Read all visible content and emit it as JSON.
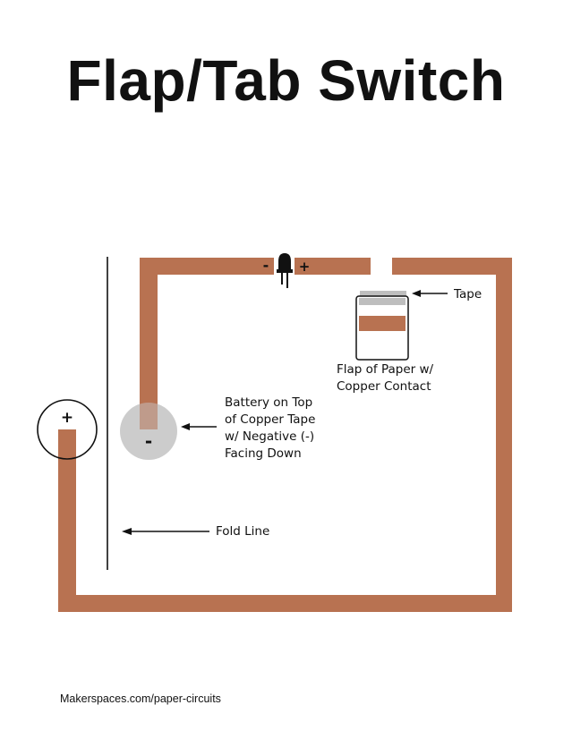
{
  "title": "Flap/Tab Switch",
  "colors": {
    "copper": "#b87251",
    "battery": "#c6c6c6",
    "tape": "#bebebe",
    "ink": "#111111"
  },
  "icons": {
    "led": "led-icon",
    "battery": "coin-battery-icon"
  },
  "led": {
    "minus": "-",
    "plus": "+"
  },
  "battery": {
    "plus": "+",
    "minus": "-"
  },
  "labels": {
    "tape": "Tape",
    "flap": [
      "Flap of Paper w/",
      "Copper Contact"
    ],
    "battery": [
      "Battery on Top",
      "of Copper Tape",
      "w/ Negative (-)",
      "Facing Down"
    ],
    "fold_line": "Fold Line"
  },
  "footer": "Makerspaces.com/paper-circuits"
}
